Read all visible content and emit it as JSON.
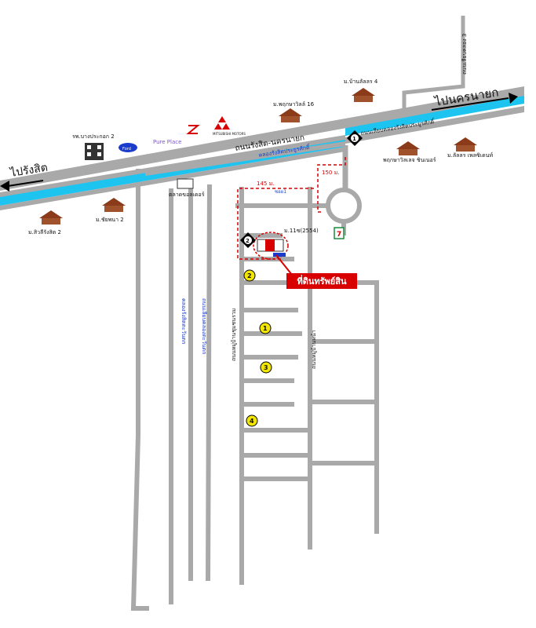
{
  "map": {
    "direction_left": "ไปรังสิต",
    "direction_right": "ไปนครนายก",
    "main_road": "ถนนรังสิต-นครนายก",
    "canal_top_left": "คลองรังสิตประยูรศักดิ์",
    "canal_top_right": "คลองรังสิตประยูรศักดิ์",
    "canal_road_right": "ถนนเลียบคลองรังสิตประยูรศักดิ์",
    "side_road_top": "ถนนเลียบคลอง 3",
    "vertical_canal_1": "คลองรังสิตตะวันตก",
    "vertical_canal_2": "ถนนเลียบคลองตะวันตก",
    "soi_road_1": "ถนนหมู่บ้านชุมชนรวม",
    "soi_road_2": "ถนนหมู่บ้านหน้า",
    "soi_label": "ซอย1",
    "soi_code": "ม.11ซ(2554)",
    "distance_1": "145 ม.",
    "distance_2": "150 ม.",
    "target_label": "ที่ดินทรัพย์สิน",
    "target_code": "ที่ดิน",
    "colors": {
      "canal": "#1ec4f0",
      "road": "#a9a9a9",
      "marker": "#d80000",
      "circle": "#f2e600"
    }
  },
  "landmarks": {
    "hospital": "รพ.บางประกอก 2",
    "brand_1": "Ford",
    "brand_2": "Pure Place",
    "brand_3": "MITSUBISHI MOTORS",
    "market": "ตลาดขอลเดอร์",
    "village_1": "ม.พฤกษาวิลล์ 16",
    "village_2": "ม.บ้านลัลลร 4",
    "village_3": "พฤกษาวิลเลจ ชินเนอร์",
    "village_4": "ม.ลัลลร เพลซิเดนท์",
    "village_5": "ม.ชัยพนา 2",
    "village_6": "ม.สิวลีรังสิต 2",
    "seven_eleven": "7"
  },
  "markers": {
    "m1": "1",
    "m2": "2",
    "c1": "1",
    "c2": "2",
    "c3": "3",
    "c4": "4"
  }
}
